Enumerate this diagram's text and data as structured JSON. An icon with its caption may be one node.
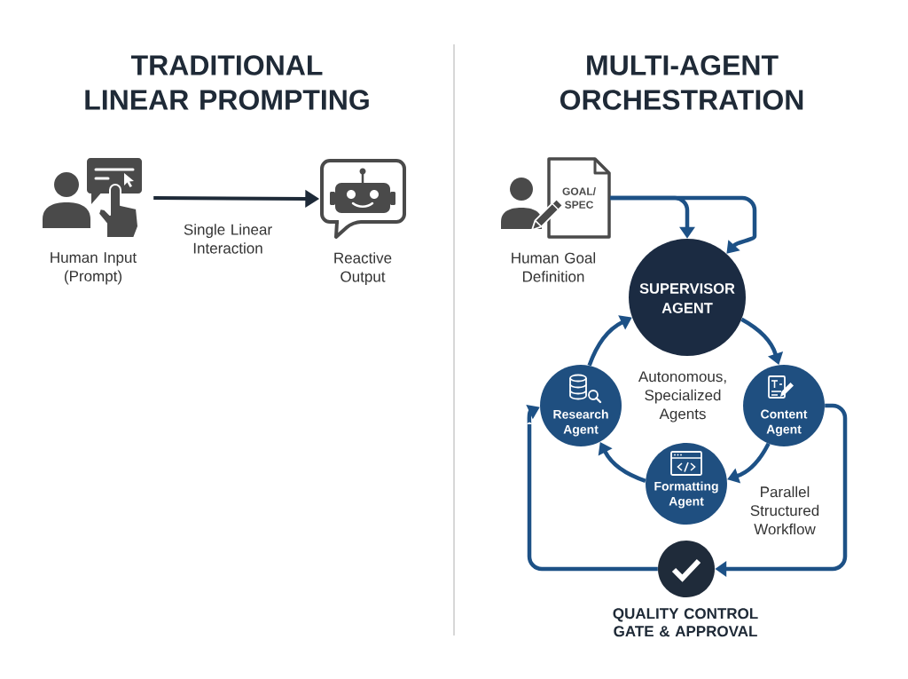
{
  "diagram": {
    "nodes": [
      {
        "text": [],
        "shape": "picture",
        "beside": [
          "Human Input (Prompt)"
        ]
      },
      {
        "text": [],
        "shape": "picture",
        "beside": [
          "Reactive Output"
        ]
      },
      {
        "text": [
          "GOAL/ SPEC"
        ],
        "beside": [
          "Human Goal Definition"
        ]
      },
      {
        "text": [
          "SUPERVISOR AGENT"
        ]
      },
      {
        "text": [
          "Research Agent"
        ]
      },
      {
        "text": [
          "Content Agent"
        ]
      },
      {
        "text": [
          "Formatting Agent"
        ]
      },
      {
        "text": [],
        "shape": "circle",
        "beside": [
          "QUALITY CONTROL GATE & APPROVAL"
        ]
      }
    ],
    "edges": [
      {
        "from": 0,
        "to": 1,
        "arrow": "to",
        "label": "Single Linear Interaction",
        "color": "#1e2a38"
      },
      {
        "from": 2,
        "to": 3,
        "arrow": "to"
      },
      {
        "from": 2,
        "to": 3,
        "arrow": "to"
      },
      {
        "from": 3,
        "to": 5,
        "arrow": "to"
      },
      {
        "from": 5,
        "to": 6,
        "arrow": "to"
      },
      {
        "from": 6,
        "to": 4,
        "arrow": "to"
      },
      {
        "from": 4,
        "to": 3,
        "arrow": "to"
      },
      {
        "from": 5,
        "to": 7,
        "arrow": "to"
      },
      {
        "from": 7,
        "to": 4,
        "arrow": "to"
      }
    ],
    "labels": [
      "TRADITIONAL LINEAR PROMPTING",
      "MULTI-AGENT ORCHESTRATION",
      "Autonomous, Specialized Agents",
      "Parallel Structured Workflow"
    ]
  }
}
